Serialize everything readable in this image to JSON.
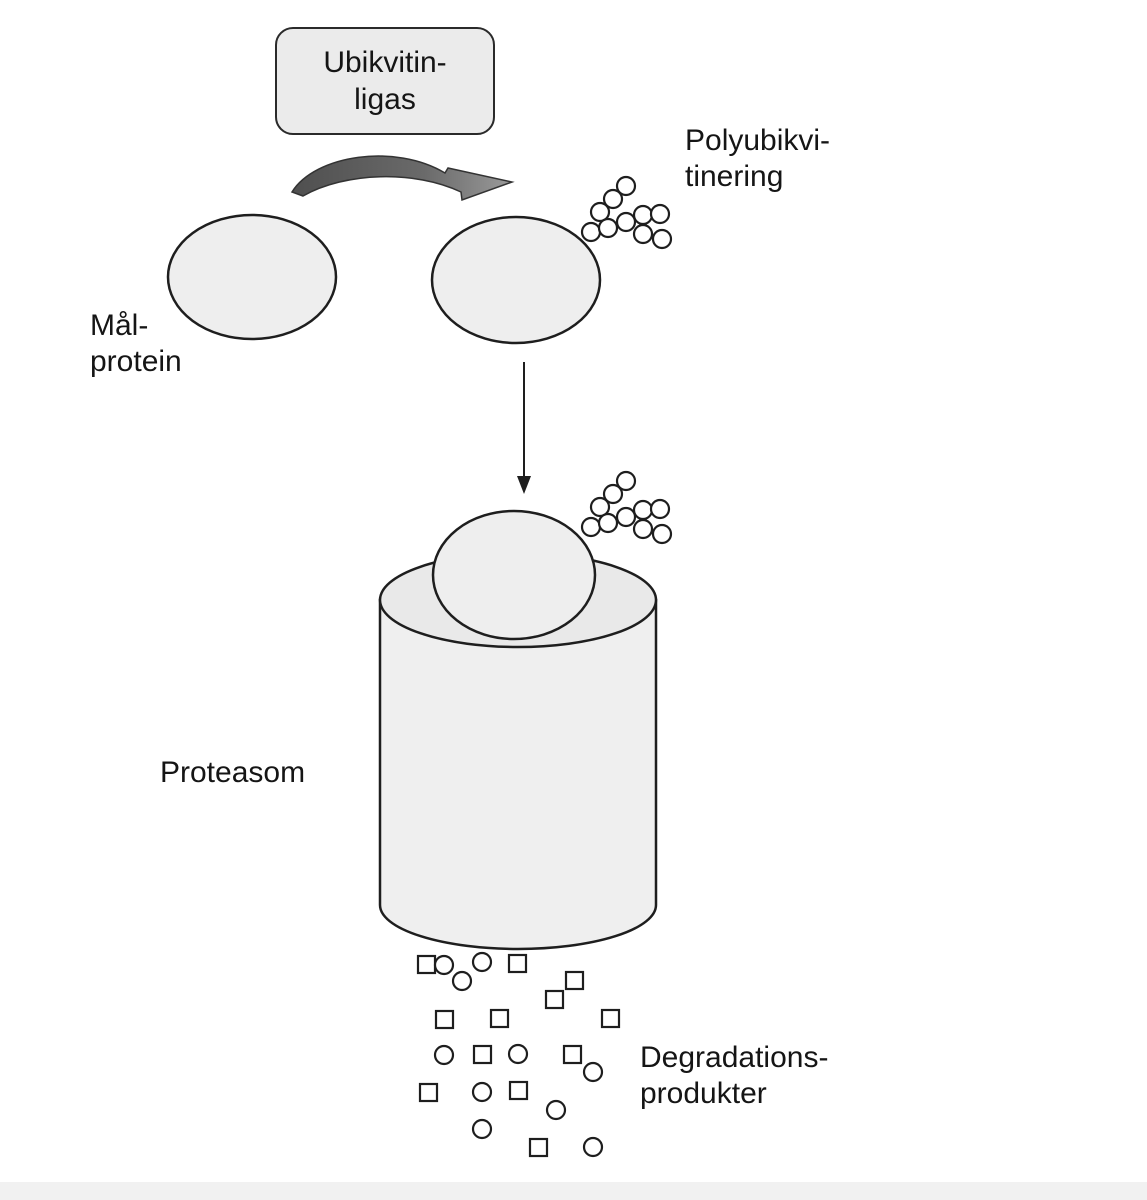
{
  "diagram": {
    "ligase_line1": "Ubikvitin-",
    "ligase_line2": "ligas",
    "poly_line1": "Polyubikvi-",
    "poly_line2": "tinering",
    "target_line1": "Mål-",
    "target_line2": "protein",
    "proteasome_label": "Proteasom",
    "degradation_line1": "Degradations-",
    "degradation_line2": "produkter"
  },
  "colors": {
    "stroke": "#1e1e1e",
    "fill_light": "#eeeeee",
    "ligase_box_fill": "#ebebeb",
    "arrow_dark": "#5a5a5a",
    "arrow_mid": "#8a8a8a"
  },
  "icons": [
    "curved-arrow-icon",
    "down-arrow-icon",
    "ubiquitin-chain-icon",
    "peptide-fragment-icon"
  ]
}
